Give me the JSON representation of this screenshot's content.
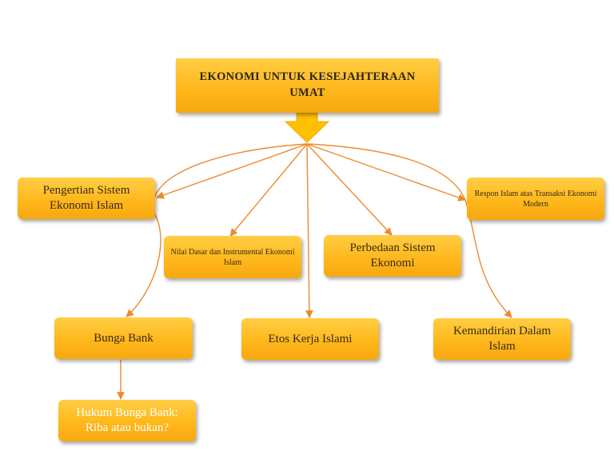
{
  "root": {
    "label": "EKONOMI UNTUK KESEJAHTERAAN UMAT"
  },
  "topics": {
    "pengertian": "Pengertian Sistem Ekonomi Islam",
    "nilai_dasar": "Nilai Dasar dan Instrumental Ekonomi Islam",
    "perbedaan": "Perbedaan Sistem Ekonomi",
    "respon": "Respon Islam atas Transaksi Ekonomi Modern",
    "bunga_bank": "Bunga Bank",
    "etos_kerja": "Etos Kerja Islami",
    "kemandirian": "Kemandirian Dalam Islam",
    "hukum_bunga": "Hukum Bunga Bank: Riba atau bukan?"
  },
  "colors": {
    "node_fill": "#ffb81c",
    "connector": "#ec8a2e",
    "arrow": "#ffc000"
  }
}
